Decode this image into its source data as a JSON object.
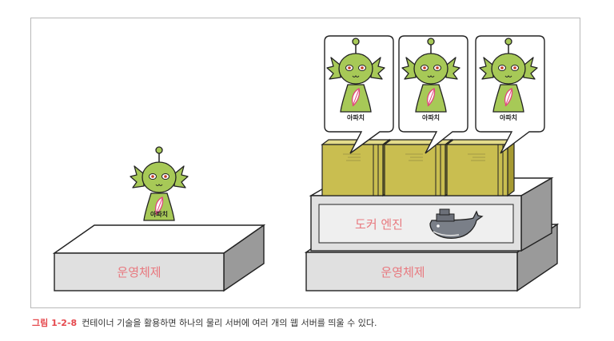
{
  "left_stack": {
    "os_label": "운영체제",
    "mascot_label": "아파치"
  },
  "right_stack": {
    "os_label": "운영체제",
    "engine_label": "도커 엔진",
    "containers": [
      {
        "mascot_label": "아파치"
      },
      {
        "mascot_label": "아파치"
      },
      {
        "mascot_label": "아파치"
      }
    ]
  },
  "caption": {
    "figure": "그림 1-2-8",
    "text": "컨테이너 기술을 활용하면 하나의 물리 서버에 여러 개의 웹 서버를 띄울 수 있다."
  },
  "colors": {
    "os_text": "#e8797f",
    "mascot_green": "#a7c957",
    "crate": "#c9be50",
    "caption_accent": "#e5484d"
  }
}
